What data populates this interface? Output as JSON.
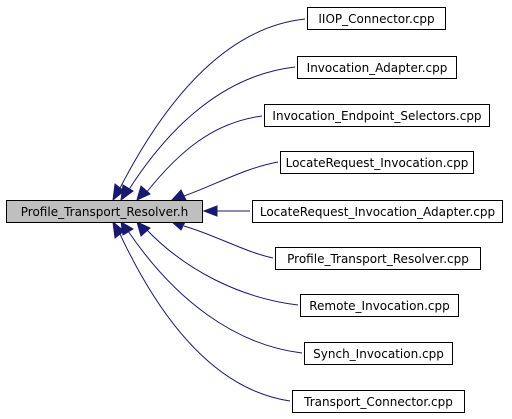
{
  "root": {
    "label": "Profile_Transport_Resolver.h"
  },
  "includers": [
    {
      "label": "IIOP_Connector.cpp"
    },
    {
      "label": "Invocation_Adapter.cpp"
    },
    {
      "label": "Invocation_Endpoint_Selectors.cpp"
    },
    {
      "label": "LocateRequest_Invocation.cpp"
    },
    {
      "label": "LocateRequest_Invocation_Adapter.cpp"
    },
    {
      "label": "Profile_Transport_Resolver.cpp"
    },
    {
      "label": "Remote_Invocation.cpp"
    },
    {
      "label": "Synch_Invocation.cpp"
    },
    {
      "label": "Transport_Connector.cpp"
    }
  ],
  "colors": {
    "edge": "#191970",
    "root_fill": "#bfbfbf",
    "node_fill": "#ffffff",
    "border": "#000000"
  }
}
